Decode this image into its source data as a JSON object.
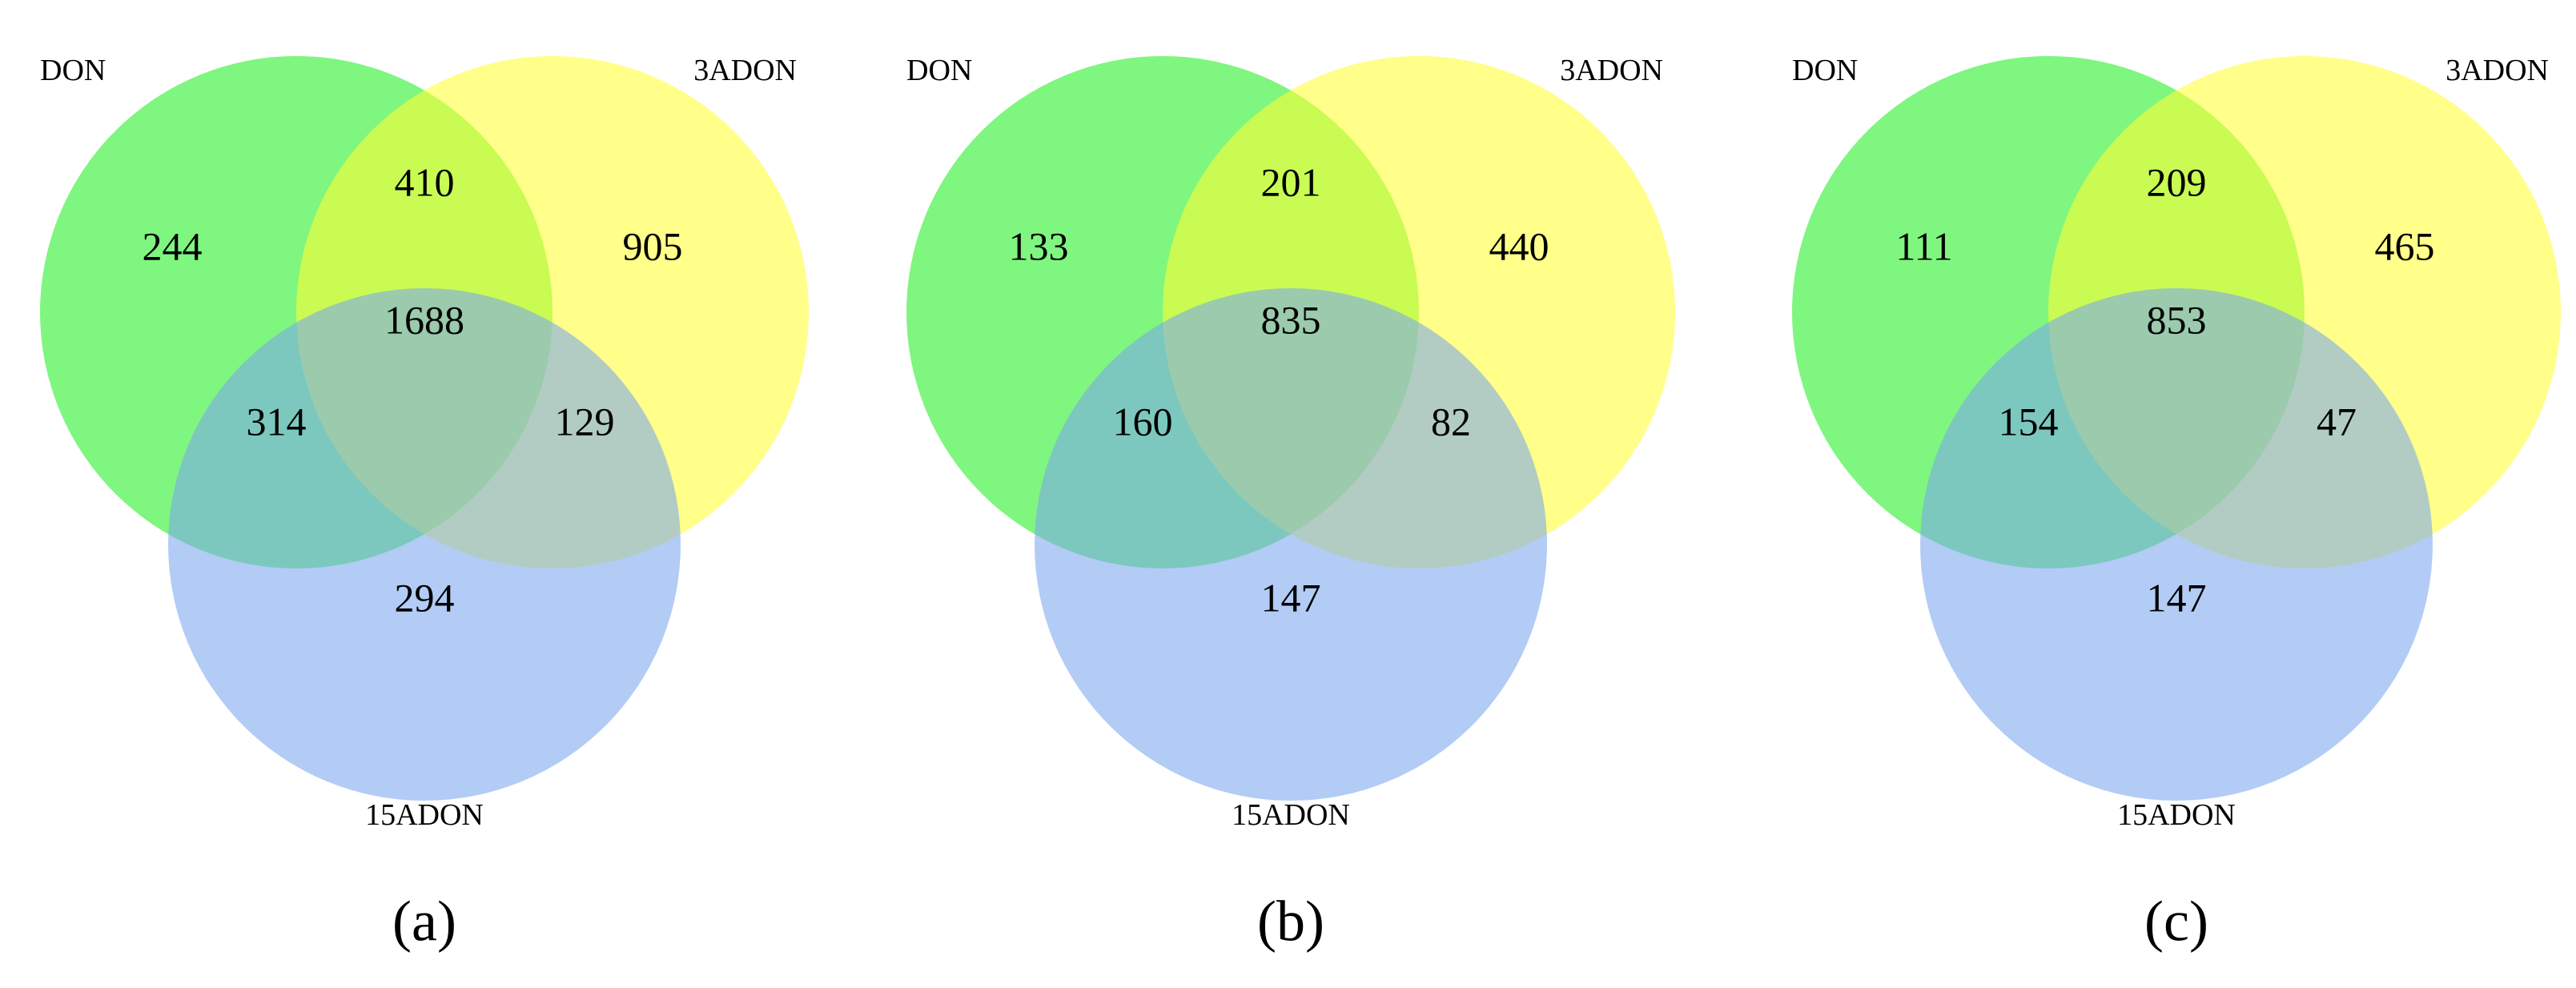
{
  "colors": {
    "don": "#22f022",
    "adon3": "#ffff33",
    "adon15": "#7aa7ee",
    "fill_opacity": 0.58
  },
  "panels": [
    {
      "caption": "(a)",
      "labels": {
        "don": "DON",
        "adon3": "3ADON",
        "adon15": "15ADON"
      },
      "counts": {
        "don_only": "244",
        "adon3_only": "905",
        "adon15_only": "294",
        "don_adon3": "410",
        "don_adon15": "314",
        "adon3_adon15": "129",
        "all": "1688"
      }
    },
    {
      "caption": "(b)",
      "labels": {
        "don": "DON",
        "adon3": "3ADON",
        "adon15": "15ADON"
      },
      "counts": {
        "don_only": "133",
        "adon3_only": "440",
        "adon15_only": "147",
        "don_adon3": "201",
        "don_adon15": "160",
        "adon3_adon15": "82",
        "all": "835"
      }
    },
    {
      "caption": "(c)",
      "labels": {
        "don": "DON",
        "adon3": "3ADON",
        "adon15": "15ADON"
      },
      "counts": {
        "don_only": "111",
        "adon3_only": "465",
        "adon15_only": "147",
        "don_adon3": "209",
        "don_adon15": "154",
        "adon3_adon15": "47",
        "all": "853"
      }
    }
  ]
}
